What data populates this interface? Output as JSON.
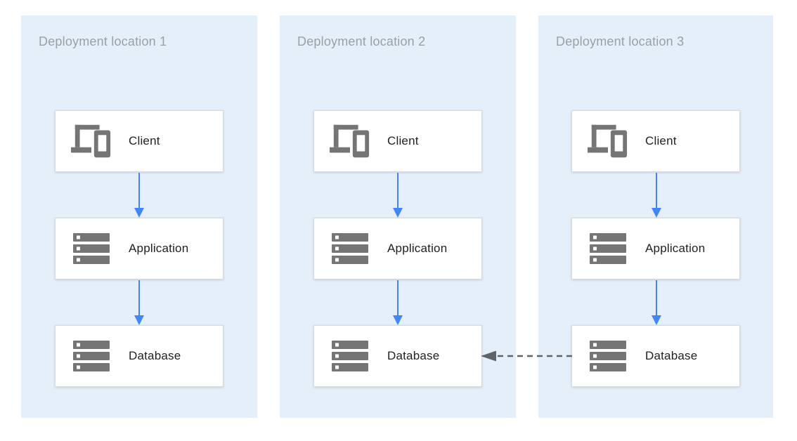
{
  "diagram": {
    "panels": [
      {
        "title": "Deployment location 1",
        "nodes": [
          {
            "label": "Client",
            "icon": "devices-icon"
          },
          {
            "label": "Application",
            "icon": "server-stack-icon"
          },
          {
            "label": "Database",
            "icon": "server-stack-icon"
          }
        ]
      },
      {
        "title": "Deployment location 2",
        "nodes": [
          {
            "label": "Client",
            "icon": "devices-icon"
          },
          {
            "label": "Application",
            "icon": "server-stack-icon"
          },
          {
            "label": "Database",
            "icon": "server-stack-icon"
          }
        ]
      },
      {
        "title": "Deployment location 3",
        "nodes": [
          {
            "label": "Client",
            "icon": "devices-icon"
          },
          {
            "label": "Application",
            "icon": "server-stack-icon"
          },
          {
            "label": "Database",
            "icon": "server-stack-icon"
          }
        ]
      }
    ],
    "connections": [
      {
        "panel": "Deployment location 1",
        "from": "Client",
        "to": "Application",
        "style": "solid"
      },
      {
        "panel": "Deployment location 1",
        "from": "Application",
        "to": "Database",
        "style": "solid"
      },
      {
        "panel": "Deployment location 2",
        "from": "Client",
        "to": "Application",
        "style": "solid"
      },
      {
        "panel": "Deployment location 2",
        "from": "Application",
        "to": "Database",
        "style": "solid"
      },
      {
        "panel": "Deployment location 3",
        "from": "Client",
        "to": "Application",
        "style": "solid"
      },
      {
        "panel": "Deployment location 3",
        "from": "Application",
        "to": "Database",
        "style": "solid"
      },
      {
        "from": "Deployment location 3 / Database",
        "to": "Deployment location 2 / Database",
        "style": "dashed"
      }
    ],
    "colors": {
      "zone_background": "#e5effa",
      "node_background": "#ffffff",
      "node_border": "#d6d9dd",
      "solid_arrow": "#4285f4",
      "dashed_arrow": "#5f6368",
      "icon_gray": "#757575",
      "title_text": "#9aa0a6",
      "label_text": "#202124"
    }
  }
}
